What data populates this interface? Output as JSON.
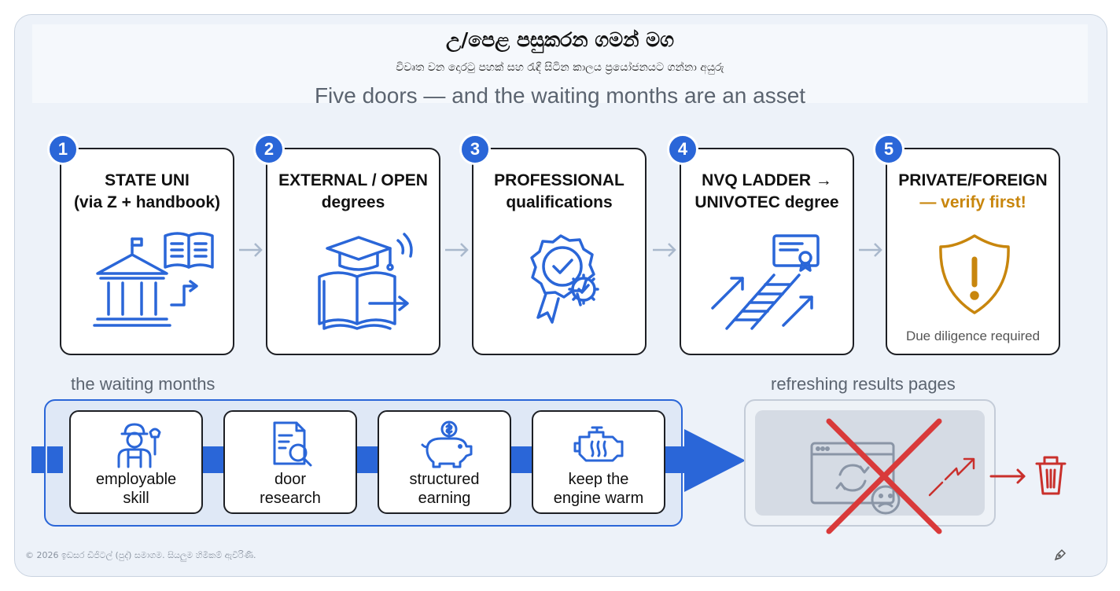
{
  "header": {
    "title": "උ/පෙළ පසුකරන ගමන් මග",
    "subtitle": "විවෘත වන දොරටු පහක් සහ රැඳී සිටින කාලය ප්‍රයෝජනයට ගන්නා අයුරු",
    "headline": "Five doors — and the waiting months are an asset"
  },
  "doors": [
    {
      "number": "1",
      "title_line1": "STATE UNI",
      "title_line2": "(via Z + handbook)",
      "icon": "university-book-icon"
    },
    {
      "number": "2",
      "title_line1": "EXTERNAL / OPEN",
      "title_line2": "degrees",
      "icon": "graduation-book-icon"
    },
    {
      "number": "3",
      "title_line1": "PROFESSIONAL",
      "title_line2": "qualifications",
      "icon": "certificate-badge-icon"
    },
    {
      "number": "4",
      "title_line1": "NVQ LADDER →",
      "title_line2": "UNIVOTEC degree",
      "icon": "ladder-diploma-icon"
    },
    {
      "number": "5",
      "title_line1": "PRIVATE/FOREIGN",
      "title_line2": "— verify first!",
      "note": "Due diligence required",
      "icon": "warning-shield-icon"
    }
  ],
  "waiting": {
    "label": "the waiting months",
    "items": [
      {
        "line1": "employable",
        "line2": "skill",
        "icon": "worker-wrench-icon"
      },
      {
        "line1": "door",
        "line2": "research",
        "icon": "document-search-icon"
      },
      {
        "line1": "structured",
        "line2": "earning",
        "icon": "piggy-bank-icon"
      },
      {
        "line1": "keep the",
        "line2": "engine warm",
        "icon": "engine-icon"
      }
    ]
  },
  "refreshing": {
    "label": "refreshing results pages"
  },
  "footer": {
    "text": "© 2026 ඉඩසර ඩිජිටල් (පුද්) සමාගම. සියලුම හිමිකම් ඇවිරිණි."
  },
  "colors": {
    "accent_blue": "#2a66d8",
    "warning_gold": "#c8860d",
    "cross_red": "#d93a3a",
    "trash_red": "#c9302c",
    "background": "#edf2f9"
  }
}
